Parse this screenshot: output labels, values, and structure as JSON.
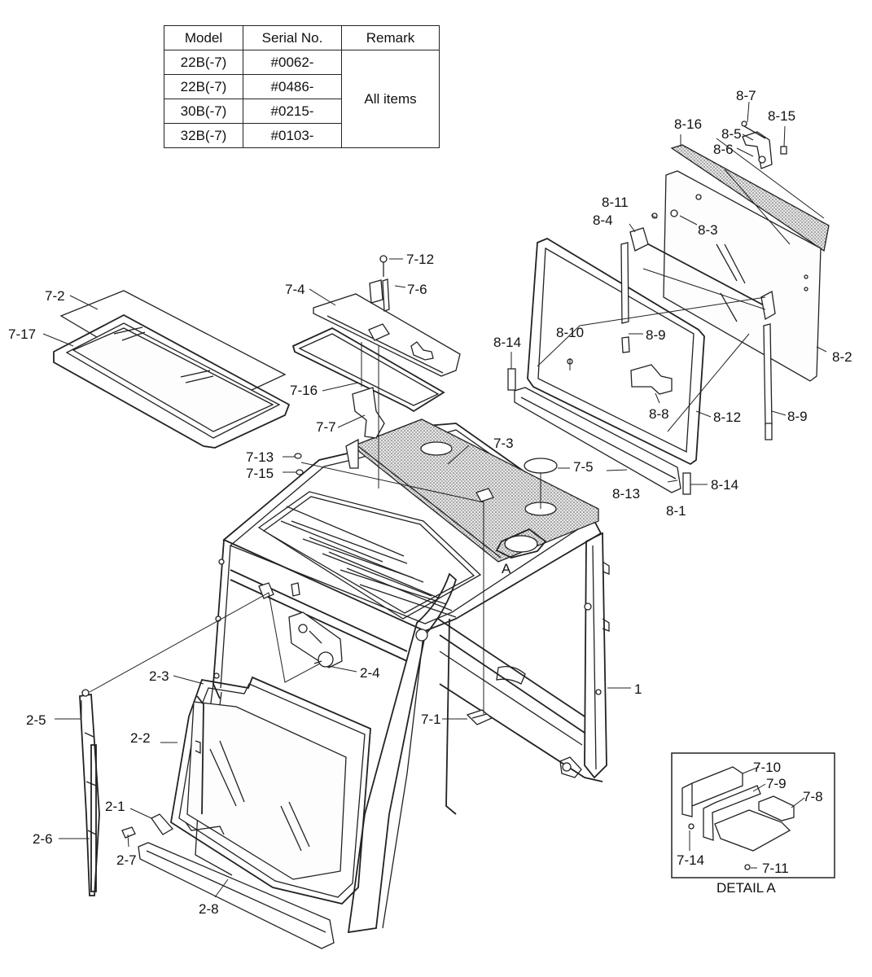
{
  "applicability_table": {
    "headers": {
      "model": "Model",
      "serial": "Serial No.",
      "remark": "Remark"
    },
    "rows": [
      {
        "model": "22B(-7)",
        "serial": "#0062-"
      },
      {
        "model": "22B(-7)",
        "serial": "#0486-"
      },
      {
        "model": "30B(-7)",
        "serial": "#0215-"
      },
      {
        "model": "32B(-7)",
        "serial": "#0103-"
      }
    ],
    "remark": "All items"
  },
  "callouts": {
    "c_1": "1",
    "c_2_1": "2-1",
    "c_2_2": "2-2",
    "c_2_3": "2-3",
    "c_2_4": "2-4",
    "c_2_5": "2-5",
    "c_2_6": "2-6",
    "c_2_7": "2-7",
    "c_2_8": "2-8",
    "c_7_1": "7-1",
    "c_7_2": "7-2",
    "c_7_3": "7-3",
    "c_7_4": "7-4",
    "c_7_5": "7-5",
    "c_7_6": "7-6",
    "c_7_7": "7-7",
    "c_7_8": "7-8",
    "c_7_9": "7-9",
    "c_7_10": "7-10",
    "c_7_11": "7-11",
    "c_7_12": "7-12",
    "c_7_13": "7-13",
    "c_7_14": "7-14",
    "c_7_15": "7-15",
    "c_7_16": "7-16",
    "c_7_17": "7-17",
    "c_8_1": "8-1",
    "c_8_2": "8-2",
    "c_8_3": "8-3",
    "c_8_4": "8-4",
    "c_8_5": "8-5",
    "c_8_6": "8-6",
    "c_8_7": "8-7",
    "c_8_8": "8-8",
    "c_8_9a": "8-9",
    "c_8_9b": "8-9",
    "c_8_10": "8-10",
    "c_8_11": "8-11",
    "c_8_12": "8-12",
    "c_8_13": "8-13",
    "c_8_14a": "8-14",
    "c_8_14b": "8-14",
    "c_8_15": "8-15",
    "c_8_16": "8-16",
    "detail_ref": "A",
    "detail_caption": "DETAIL A"
  }
}
